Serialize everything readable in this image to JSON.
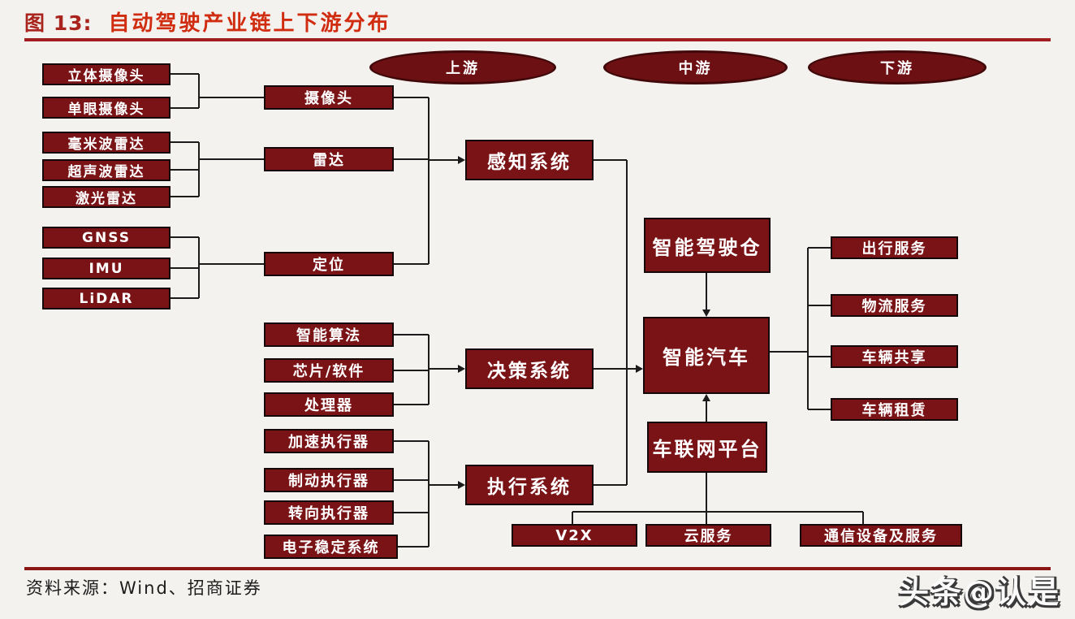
{
  "figure": {
    "label": "图 13:",
    "title": "自动驾驶产业链上下游分布"
  },
  "stages": {
    "upstream": "上游",
    "midstream": "中游",
    "downstream": "下游"
  },
  "nodes": {
    "stereo_camera": "立体摄像头",
    "mono_camera": "单眼摄像头",
    "mmwave_radar": "毫米波雷达",
    "ultrasonic_radar": "超声波雷达",
    "laser_radar": "激光雷达",
    "gnss": "GNSS",
    "imu": "IMU",
    "lidar": "LiDAR",
    "camera": "摄像头",
    "radar": "雷达",
    "positioning": "定位",
    "smart_algorithm": "智能算法",
    "chip_software": "芯片/软件",
    "processor": "处理器",
    "accel_actuator": "加速执行器",
    "brake_actuator": "制动执行器",
    "steering_actuator": "转向执行器",
    "esc": "电子稳定系统",
    "perception_system": "感知系统",
    "decision_system": "决策系统",
    "execution_system": "执行系统",
    "smart_cockpit": "智能驾驶仓",
    "smart_car": "智能汽车",
    "iov_platform": "车联网平台",
    "v2x": "V2X",
    "cloud_service": "云服务",
    "comm_service": "通信设备及服务",
    "travel_service": "出行服务",
    "logistics_service": "物流服务",
    "vehicle_sharing": "车辆共享",
    "vehicle_rental": "车辆租赁"
  },
  "footer": {
    "source": "资料来源：Wind、招商证券",
    "watermark": "头条@认是"
  },
  "colors": {
    "box_fill": "#7a1316",
    "ellipse_fill": "#6d1013",
    "title_red": "#d02c10",
    "rule_red": "#a21d1d",
    "line": "#1b1b1b",
    "background": "#f4f2ef"
  }
}
